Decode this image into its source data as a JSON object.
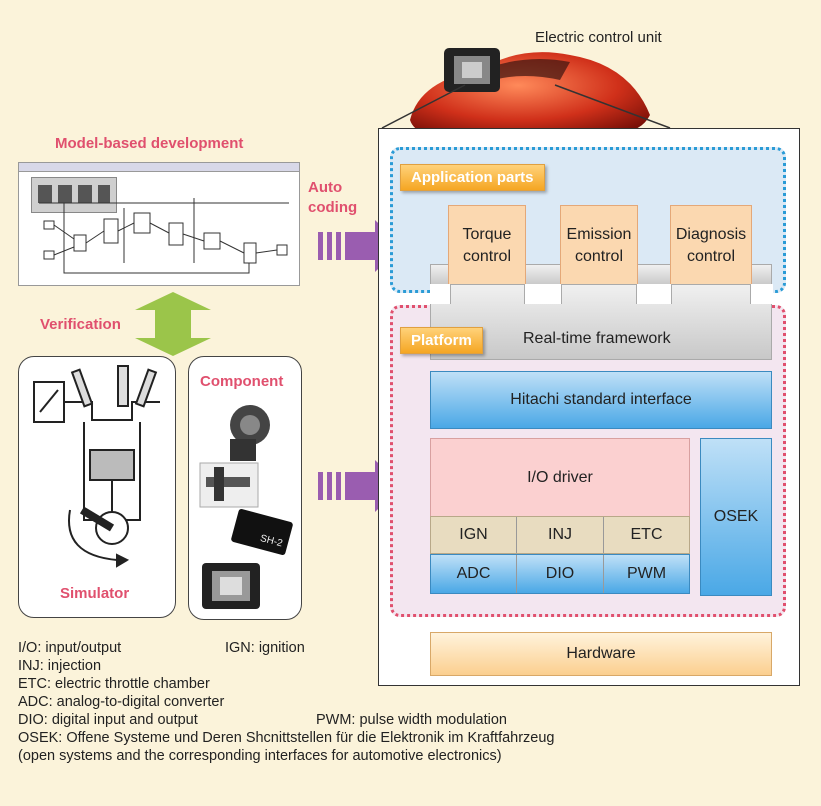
{
  "ecu_label": "Electric control unit",
  "model_title": "Model-based development",
  "auto_coding": "Auto\ncoding",
  "verification": "Verification",
  "component_title": "Component",
  "simulator_title": "Simulator",
  "application_parts": "Application parts",
  "controls": [
    {
      "line1": "Torque",
      "line2": "control"
    },
    {
      "line1": "Emission",
      "line2": "control"
    },
    {
      "line1": "Diagnosis",
      "line2": "control"
    }
  ],
  "platform": "Platform",
  "realtime_framework": "Real-time framework",
  "hitachi_interface": "Hitachi standard interface",
  "io_driver": "I/O driver",
  "io_row1": [
    "IGN",
    "INJ",
    "ETC"
  ],
  "io_row2": [
    "ADC",
    "DIO",
    "PWM"
  ],
  "osek": "OSEK",
  "hardware": "Hardware",
  "chip_label": "SH-2",
  "legend": {
    "io": "I/O: input/output",
    "ign": "IGN: ignition",
    "inj": "INJ: injection",
    "etc": "ETC: electric throttle chamber",
    "adc": "ADC: analog-to-digital converter",
    "dio": "DIO: digital input and output",
    "pwm": "PWM: pulse width modulation",
    "osek": "OSEK: Offene Systeme und Deren Shcnittstellen für die Elektronik im Kraftfahrzeug",
    "osek_en": "(open systems and the corresponding interfaces for automotive electronics)"
  },
  "colors": {
    "background": "#fbf3da",
    "title_pink": "#e0506e",
    "arrow_purple": "#9a5db0",
    "arrow_green": "#9bc54a",
    "app_border": "#2a9bd6",
    "platform_border": "#e0506e"
  }
}
